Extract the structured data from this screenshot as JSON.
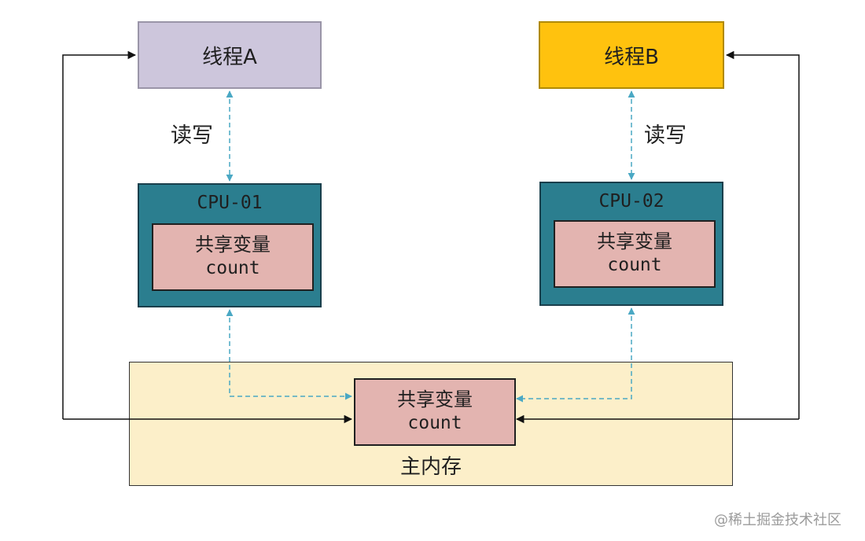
{
  "threads": {
    "a": {
      "label": "线程A"
    },
    "b": {
      "label": "线程B"
    }
  },
  "read_write": {
    "a": "读写",
    "b": "读写"
  },
  "cpus": {
    "a": {
      "title": "CPU-01",
      "cache": {
        "line1": "共享变量",
        "line2": "count"
      }
    },
    "b": {
      "title": "CPU-02",
      "cache": {
        "line1": "共享变量",
        "line2": "count"
      }
    }
  },
  "main_memory": {
    "label": "主内存",
    "var": {
      "line1": "共享变量",
      "line2": "count"
    }
  },
  "watermark": "@稀土掘金技术社区",
  "colors": {
    "thread_a": "#cdc6dc",
    "thread_b": "#ffc20e",
    "cpu": "#2b7e8f",
    "cache": "#e3b4b0",
    "main_memory": "#fcefc9",
    "dashed_arrow": "#4aa8c4",
    "solid_arrow": "#111111"
  }
}
